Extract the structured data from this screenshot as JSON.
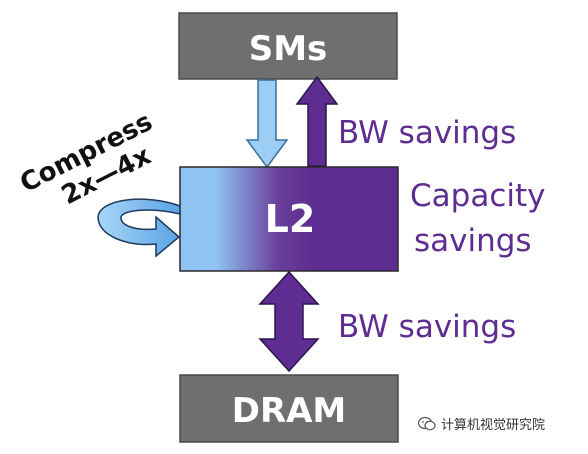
{
  "boxes": {
    "top": "SMs",
    "middle": "L2",
    "bottom": "DRAM"
  },
  "labels": {
    "bw_savings_top": "BW savings",
    "capacity_line1": "Capacity",
    "capacity_line2": "savings",
    "bw_savings_bottom": "BW savings",
    "compress_line1": "Compress",
    "compress_line2": "2x—4x"
  },
  "watermark": {
    "text": "计算机视觉研究院",
    "icon": "wechat-icon"
  },
  "colors": {
    "box_gray": "#6f6f6f",
    "l2_light_blue": "#8fc4f2",
    "l2_purple": "#5e2d91",
    "arrow_down_blue": "#9bcdf5",
    "arrow_purple": "#5e2d91",
    "label_purple": "#5e2d91"
  }
}
